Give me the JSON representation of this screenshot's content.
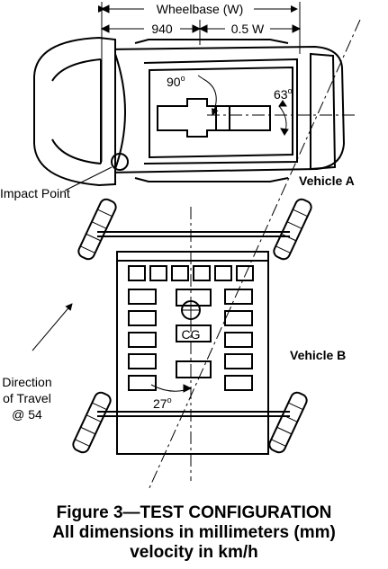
{
  "labels": {
    "wheelbase": "Wheelbase (W)",
    "dim_940": "940",
    "dim_half_w": "0.5 W",
    "angle_90": "90",
    "angle_63": "63",
    "angle_27": "27",
    "degree_mark": "o",
    "impact_point": "Impact Point",
    "vehicle_a": "Vehicle A",
    "vehicle_b": "Vehicle B",
    "cg": "CG",
    "direction_line1": "Direction",
    "direction_line2": "of Travel",
    "direction_line3": "@ 54"
  },
  "caption": {
    "line1": "Figure 3—TEST CONFIGURATION",
    "line2": "All dimensions in millimeters (mm)",
    "line3": "velocity in km/h"
  }
}
